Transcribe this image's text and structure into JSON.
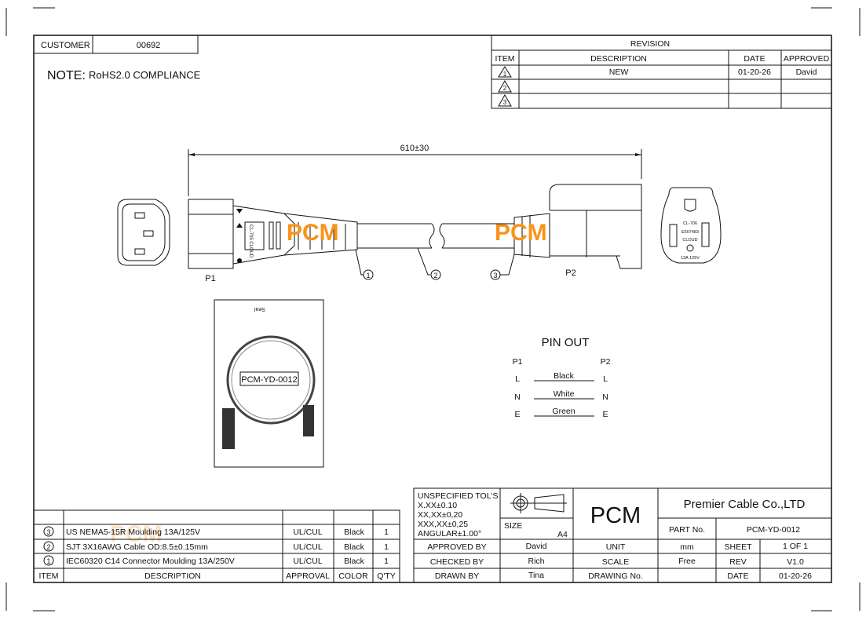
{
  "header": {
    "customer_label": "CUSTOMER",
    "customer_value": "00692",
    "note_label": "NOTE:",
    "note_text": "RoHS2.0 COMPLIANCE"
  },
  "revision": {
    "title": "REVISION",
    "headers": [
      "ITEM",
      "DESCRIPTION",
      "DATE",
      "APPROVED"
    ],
    "rows": [
      {
        "item": "1",
        "description": "NEW",
        "date": "01-20-26",
        "approved": "David"
      },
      {
        "item": "2",
        "description": "",
        "date": "",
        "approved": ""
      },
      {
        "item": "3",
        "description": "",
        "date": "",
        "approved": ""
      }
    ]
  },
  "drawing": {
    "length_dim": "610±30",
    "p1_label": "P1",
    "p2_label": "P2",
    "p1_mark": "CL-705 CLOUD",
    "p2_face_text": [
      "CL-706",
      "E507483",
      "CLOUD",
      "13A 125V"
    ],
    "callouts": [
      "1",
      "2",
      "3"
    ],
    "watermark": "PCM",
    "accent_color": "#f7941d"
  },
  "photo": {
    "label": "PCM-YD-0012",
    "seal_text": "Seal"
  },
  "pinout": {
    "title": "PIN OUT",
    "p1": "P1",
    "p2": "P2",
    "rows": [
      {
        "p1": "L",
        "wire": "Black",
        "p2": "L"
      },
      {
        "p1": "N",
        "wire": "White",
        "p2": "N"
      },
      {
        "p1": "E",
        "wire": "Green",
        "p2": "E"
      }
    ]
  },
  "bom": {
    "headers": [
      "ITEM",
      "DESCRIPTION",
      "APPROVAL",
      "COLOR",
      "Q'TY"
    ],
    "rows": [
      {
        "item": "3",
        "description": "US NEMA5-15R Moulding 13A/125V",
        "approval": "UL/CUL",
        "color": "Black",
        "qty": "1"
      },
      {
        "item": "2",
        "description": "SJT 3X16AWG  Cable OD:8.5±0.15mm",
        "approval": "UL/CUL",
        "color": "Black",
        "qty": "1"
      },
      {
        "item": "1",
        "description": "IEC60320 C14 Connector Moulding 13A/250V",
        "approval": "UL/CUL",
        "color": "Black",
        "qty": "1"
      }
    ]
  },
  "title_block": {
    "tolerances": [
      "UNSPECIFIED TOL'S",
      "X.XX±0.10",
      "XX,XX±0,20",
      "XXX,XX±0,25",
      "ANGULAR±1.00°"
    ],
    "size_label": "SIZE",
    "size_value": "A4",
    "logo": "PCM",
    "company": "Premier Cable Co.,LTD",
    "part_no_label": "PART No.",
    "part_no": "PCM-YD-0012",
    "approved_by_label": "APPROVED BY",
    "approved_by": "David",
    "checked_by_label": "CHECKED BY",
    "checked_by": "Rich",
    "drawn_by_label": "DRAWN BY",
    "drawn_by": "Tina",
    "unit_label": "UNIT",
    "unit": "mm",
    "scale_label": "SCALE",
    "scale": "Free",
    "drawing_no_label": "DRAWING No.",
    "drawing_no": "",
    "sheet_label": "SHEET",
    "sheet": "1 OF 1",
    "rev_label": "REV",
    "rev": "V1.0",
    "date_label": "DATE",
    "date": "01-20-26"
  }
}
